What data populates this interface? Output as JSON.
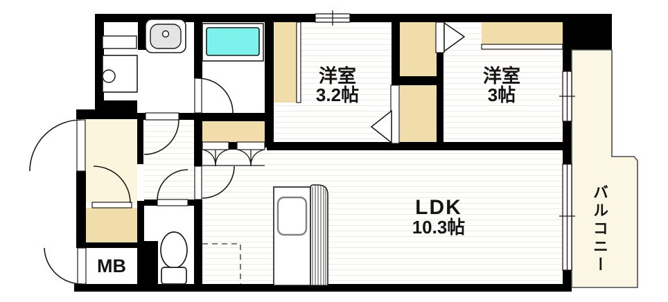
{
  "rooms": {
    "western_3_2": {
      "name": "洋室",
      "size": "3.2帖"
    },
    "western_3": {
      "name": "洋室",
      "size": "3帖"
    },
    "ldk": {
      "name": "LDK",
      "size": "10.3帖"
    },
    "balcony": {
      "name": "バルコニー"
    },
    "meter_box": {
      "label": "MB"
    }
  },
  "colors": {
    "wall": "#000000",
    "closet": "#F1DDA9",
    "entry_floor": "#FBF5DE",
    "balcony_floor": "#FBF7E4",
    "bathtub": "#7BF2EC"
  },
  "fixtures": [
    "bathtub",
    "washbasin",
    "washing-machine-pan",
    "toilet",
    "kitchen-sink",
    "refrigerator-space"
  ]
}
